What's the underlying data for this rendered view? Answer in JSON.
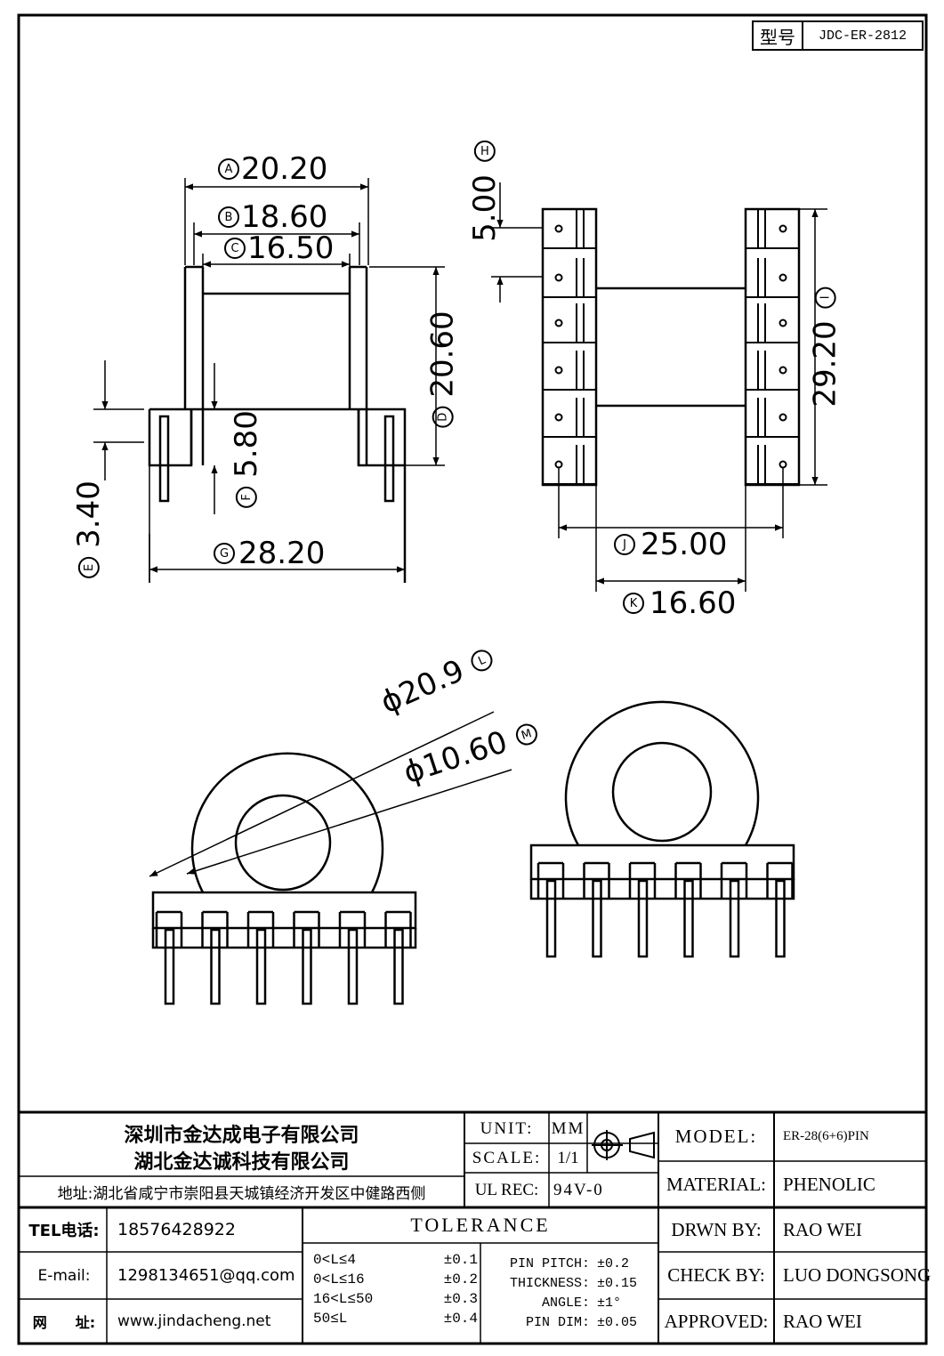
{
  "model_box": {
    "label": "型号",
    "value": "JDC-ER-2812"
  },
  "dimensions": {
    "A": {
      "mark": "A",
      "value": "20.20"
    },
    "B": {
      "mark": "B",
      "value": "18.60"
    },
    "C": {
      "mark": "C",
      "value": "16.50"
    },
    "D": {
      "mark": "D",
      "value": "20.60"
    },
    "E": {
      "mark": "E",
      "value": "3.40"
    },
    "F": {
      "mark": "F",
      "value": "5.80"
    },
    "G": {
      "mark": "G",
      "value": "28.20"
    },
    "H": {
      "mark": "H",
      "value": "5.00"
    },
    "I": {
      "mark": "I",
      "value": "29.20"
    },
    "J": {
      "mark": "J",
      "value": "25.00"
    },
    "K": {
      "mark": "K",
      "value": "16.60"
    },
    "L": {
      "mark": "L",
      "value": "ϕ20.9"
    },
    "M": {
      "mark": "M",
      "value": "ϕ10.60"
    }
  },
  "title_block": {
    "company1": "深圳市金达成电子有限公司",
    "company2": "湖北金达诚科技有限公司",
    "address": "地址:湖北省咸宁市崇阳县天城镇经济开发区中健路西侧",
    "tel_label": "TEL电话:",
    "tel_value": "18576428922",
    "email_label": "E-mail:",
    "email_value": "1298134651@qq.com",
    "web_label": "网　　址:",
    "web_value": "www.jindacheng.net",
    "unit_label": "UNIT:",
    "unit_value": "MM",
    "scale_label": "SCALE:",
    "scale_value": "1/1",
    "ulrec_label": "UL REC:",
    "ulrec_value": "94V-0",
    "tolerance_title": "TOLERANCE",
    "tolerance_ranges": [
      {
        "range": "0<L≤4",
        "tol": "±0.1"
      },
      {
        "range": "0<L≤16",
        "tol": "±0.2"
      },
      {
        "range": "16<L≤50",
        "tol": "±0.3"
      },
      {
        "range": "50≤L",
        "tol": "±0.4"
      }
    ],
    "tolerance_specs": [
      {
        "name": "PIN PITCH:",
        "tol": "±0.2"
      },
      {
        "name": "THICKNESS:",
        "tol": "±0.15"
      },
      {
        "name": "ANGLE:",
        "tol": "±1°"
      },
      {
        "name": "PIN DIM:",
        "tol": "±0.05"
      }
    ],
    "model_label": "MODEL:",
    "model_value": "ER-28(6+6)PIN",
    "material_label": "MATERIAL:",
    "material_value": "PHENOLIC",
    "drawn_label": "DRWN BY:",
    "drawn_value": "RAO WEI",
    "check_label": "CHECK BY:",
    "check_value": "LUO DONGSONG",
    "approved_label": "APPROVED:",
    "approved_value": "RAO WEI"
  }
}
